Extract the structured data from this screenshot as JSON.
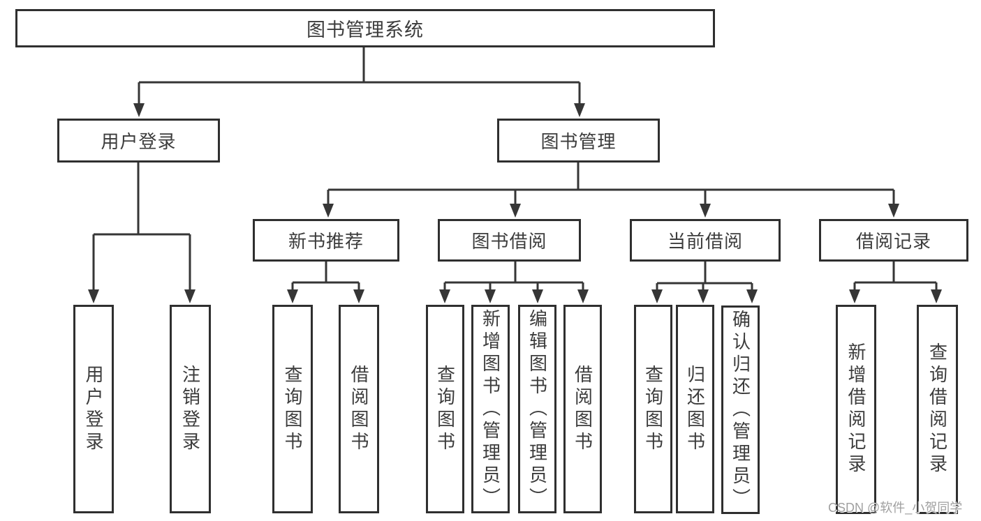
{
  "diagram": {
    "root_label": "图书管理系统",
    "user_branch": {
      "label": "用户登录",
      "children": [
        {
          "label": "用户登录"
        },
        {
          "label": "注销登录"
        }
      ]
    },
    "book_branch": {
      "label": "图书管理",
      "groups": [
        {
          "label": "新书推荐",
          "children": [
            {
              "label": "查询图书"
            },
            {
              "label": "借阅图书"
            }
          ]
        },
        {
          "label": "图书借阅",
          "children": [
            {
              "label": "查询图书"
            },
            {
              "label": "新增图书（管理员）"
            },
            {
              "label": "编辑图书（管理员）"
            },
            {
              "label": "借阅图书"
            }
          ]
        },
        {
          "label": "当前借阅",
          "children": [
            {
              "label": "查询图书"
            },
            {
              "label": "归还图书"
            },
            {
              "label": "确认归还（管理员）"
            }
          ]
        },
        {
          "label": "借阅记录",
          "children": [
            {
              "label": "新增借阅记录"
            },
            {
              "label": "查询借阅记录"
            }
          ]
        }
      ]
    },
    "watermark": "CSDN @软件_小贺同学"
  },
  "colors": {
    "line": "#363636",
    "box_border": "#2f2f2f",
    "text": "#3c3c3c",
    "watermark": "#a0a0a0",
    "background": "#ffffff"
  }
}
